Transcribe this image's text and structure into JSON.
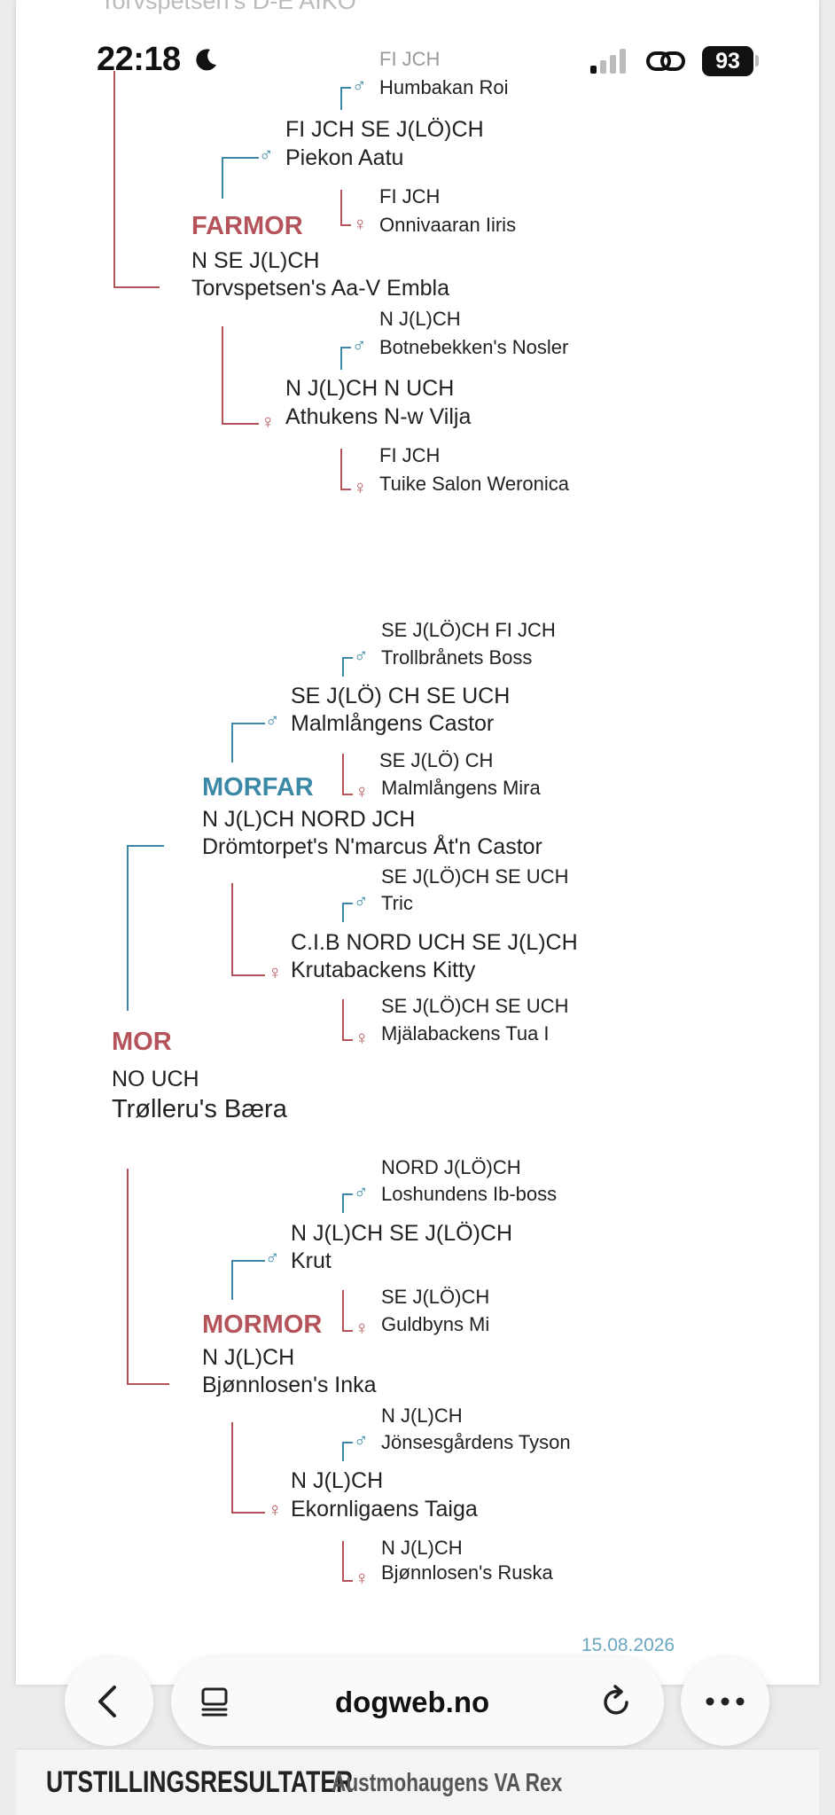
{
  "status_bar": {
    "time": "22:18",
    "battery": "93"
  },
  "top_cut_text": "Torvspetsen's D-E AIKO",
  "farmor_section": {
    "sire_sire": {
      "title": "FI JCH",
      "name": "Humbakan Roi"
    },
    "sire": {
      "title": "FI JCH SE J(LÖ)CH",
      "name": "Piekon Aatu"
    },
    "sire_dam": {
      "title": "FI JCH",
      "name": "Onnivaaran Iiris"
    },
    "label": "FARMOR",
    "title": "N SE J(L)CH",
    "name": "Torvspetsen's Aa-V Embla",
    "dam_sire": {
      "title": "N J(L)CH",
      "name": "Botnebekken's Nosler"
    },
    "dam": {
      "title": "N J(L)CH N UCH",
      "name": "Athukens N-w Vilja"
    },
    "dam_dam": {
      "title": "FI JCH",
      "name": "Tuike Salon Weronica"
    }
  },
  "morfar_section": {
    "sire_sire": {
      "title": "SE J(LÖ)CH FI JCH",
      "name": "Trollbrånets Boss"
    },
    "sire": {
      "title": "SE J(LÖ) CH SE UCH",
      "name": "Malmlångens Castor"
    },
    "sire_dam": {
      "title": "SE J(LÖ) CH",
      "name": "Malmlångens Mira"
    },
    "label": "MORFAR",
    "title": "N J(L)CH NORD JCH",
    "name": "Drömtorpet's N'marcus Åt'n Castor",
    "dam_sire": {
      "title": "SE J(LÖ)CH SE UCH",
      "name": "Tric"
    },
    "dam": {
      "title": "C.I.B NORD UCH SE J(L)CH",
      "name": "Krutabackens Kitty"
    },
    "dam_dam": {
      "title": "SE J(LÖ)CH SE UCH",
      "name": "Mjälabackens Tua I"
    }
  },
  "mor": {
    "label": "MOR",
    "title": "NO UCH",
    "name": "Trølleru's Bæra"
  },
  "mormor_section": {
    "sire_sire": {
      "title": "NORD J(LÖ)CH",
      "name": "Loshundens Ib-boss"
    },
    "sire": {
      "title": "N J(L)CH SE J(LÖ)CH",
      "name": "Krut"
    },
    "sire_dam": {
      "title": "SE J(LÖ)CH",
      "name": "Guldbyns Mi"
    },
    "label": "MORMOR",
    "title": "N J(L)CH",
    "name": "Bjønnlosen's Inka",
    "dam_sire": {
      "title": "N J(L)CH",
      "name": "Jönsesgårdens Tyson"
    },
    "dam": {
      "title": "N J(L)CH",
      "name": "Ekornligaens Taiga"
    },
    "dam_dam": {
      "title": "N J(L)CH",
      "name": "Bjønnlosen's Ruska"
    }
  },
  "footer_date": "15.08.2026",
  "browser": {
    "url": "dogweb.no"
  },
  "banner": {
    "heading": "UTSTILLINGSRESULTATER",
    "dog": "Austmohaugens VA Rex"
  },
  "symbols": {
    "male": "♂",
    "female": "♀"
  },
  "colors": {
    "female": "#b4545a",
    "male": "#3b89a6"
  },
  "icons": [
    "moon-icon",
    "signal-icon",
    "link-icon",
    "back-icon",
    "reader-icon",
    "reload-icon",
    "more-icon"
  ]
}
